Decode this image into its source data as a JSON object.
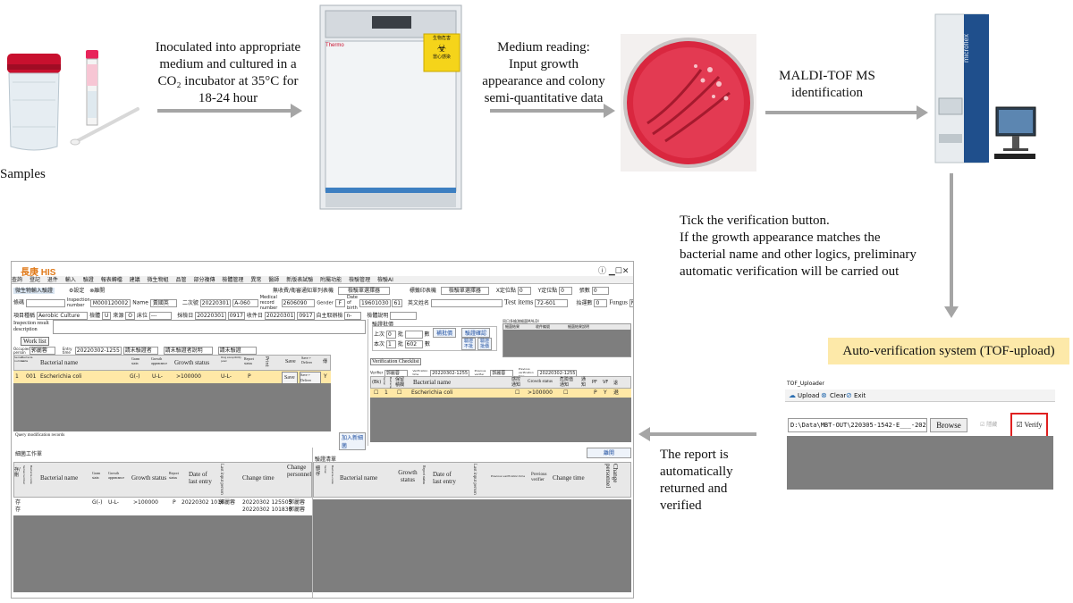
{
  "captions": {
    "samples": "Samples",
    "step1": [
      "Inoculated into appropriate",
      "medium and cultured in a",
      "CO₂ incubator at 35°C for",
      "18-24 hour"
    ],
    "step2": [
      "Medium reading:",
      "Input growth",
      "appearance and colony",
      "semi-quantitative data"
    ],
    "step3": [
      "MALDI-TOF MS",
      "identification"
    ],
    "step4": [
      "Tick the verification button.",
      "If the growth appearance matches the",
      "bacterial name and other logics, preliminary",
      "automatic verification will be carried out"
    ],
    "auto_verify": "Auto-verification system (TOF-upload)",
    "report": [
      "The report is",
      "automatically",
      "returned and",
      "verified"
    ]
  },
  "colors": {
    "arrow": "#a5a5a5",
    "auto_verify_bg": "#fde9a9",
    "plate_red": "#d9273f",
    "highlight_row": "#ffe8a6",
    "verify_border": "#e02020"
  },
  "icons": {
    "sample_jar": "specimen-jar-icon",
    "swab": "swab-tube-icon",
    "incubator": "incubator-icon",
    "biohazard": "biohazard-icon",
    "agar_plate": "agar-plate-icon",
    "maldi": "maldi-tof-instrument-icon",
    "monitor": "monitor-icon"
  },
  "incubator": {
    "brand": "Thermo",
    "sticker": "生物危害",
    "sticker2": "當心感染"
  },
  "maldi_brand": "microflex",
  "his": {
    "logo": "長庚 HIS",
    "menu": [
      "查詢",
      "登記",
      "退件",
      "輸入",
      "驗證",
      "報表轉檔",
      "建議",
      "微生物組",
      "品管",
      "部分複傳",
      "檢體管理",
      "異常",
      "醫師",
      "新版表試驗",
      "附屬功能",
      "檢驗管理",
      "檢驗AI"
    ],
    "toolbar": [
      "微生物輸入驗證",
      "設定",
      "離開"
    ],
    "fields": {
      "inspection_label": "Inspection number",
      "inspection": "M000120002",
      "name_label": "Name",
      "name": "黃國英",
      "secondary_no_label": "二次號",
      "secondary_no": "20220301",
      "secondary_suffix": "A-060",
      "medical_label": "Medical record number",
      "medical": "2606090",
      "gender_label": "Gender",
      "gender": "F",
      "dob_label": "Date of birth",
      "dob": "19601030",
      "age": "61",
      "eng_name_label": "英文姓名",
      "test_items_label": "Test items",
      "test_items": "72-601",
      "count_label": "抬運數",
      "count": "0",
      "fungus_label": "Fungus",
      "fungus": "N",
      "project_label": "項目種稱",
      "project": "Aerobic Culture",
      "specimen_label": "檢體",
      "specimen": "U",
      "source_label": "來源",
      "source": "O",
      "location_label": "床位",
      "location": "---",
      "receive_label": "採檢日",
      "receive_date": "20220301",
      "receive_time": "0917",
      "accept_label": "收件日",
      "accept_date": "20220301",
      "accept_time": "0917",
      "auto_label": "自主取辦檢",
      "auto_value": "n-",
      "specimen_desc_label": "檢體說明"
    },
    "top_right": {
      "f1": "無收費/衛審通知單列表機",
      "f2": "檢驗單選擇器",
      "f3": "標籤印表機",
      "f4": "檢驗單選擇器",
      "f5": "X定位點",
      "f5v": "0",
      "f6": "Y定位點",
      "f6v": "0",
      "f7": "張數",
      "f7v": "0"
    },
    "left_panel": {
      "result_desc": "Inspection result description",
      "work_list": "Work list",
      "col_occupied": "Occupied person",
      "occupied": "郭麗蓉",
      "entry_time_label": "Entry time",
      "entry_time": "20220302-1255",
      "note1": "請未驗證者",
      "note2": "請未驗證者說明",
      "note3": "請未驗證",
      "headers": [
        "Serial number",
        "Bacteria code",
        "Bacterial name",
        "Gram stain",
        "Growth appearance",
        "Growth status",
        "Drug susceptibility panel",
        "Report status",
        "Print",
        "Save",
        "Save + Deliver",
        "傳"
      ],
      "rows": [
        {
          "serial": "1",
          "code": "001",
          "name": "Escherichia coli",
          "gram": "G(-)",
          "growth_app": "U-L-",
          "growth_status": ">100000",
          "drug": "U-L-",
          "report": "P",
          "save": "Save",
          "save_deliver": "Save + Deliver",
          "y": "Y"
        }
      ],
      "query_records": "Query modification records",
      "add_work": "加入新細菌"
    },
    "right_panel": {
      "title": "驗證批價",
      "btn_search": "補批價",
      "btn_verify": "驗證確認",
      "btn_v1": "驗證",
      "btn_v2": "批價",
      "btn_not": "不批",
      "up": "上次",
      "up_v": "0",
      "now": "本次",
      "now_v": "1",
      "total_label": "批",
      "total": "602",
      "total_label2": "數",
      "list_title": "同日多檢測細菌MALDI",
      "list_cols": [
        "細菌結果",
        "收件編號",
        "細菌結果說明"
      ],
      "checklist": "Verification Checklist",
      "verifier_label": "Verifier",
      "verifier": "郭麗蓉",
      "verif_time_label": "Verification time",
      "verif_time": "20220302-1255",
      "prev_verifier_label": "Previous verifier",
      "prev_verifier": "郭麗蓉",
      "prev_time_label": "Previous verification time",
      "prev_time": "20220302-1255",
      "headers": [
        "(Bk)",
        "Serial",
        "Bacteria",
        "保留 積欄",
        "Bacterial name",
        "感控 通知",
        "Growth status",
        "危險值 通知",
        "通 知",
        "PF",
        "VF",
        "退"
      ],
      "rows": [
        {
          "serial": "1",
          "name": "Escherichia coli",
          "growth": ">100000",
          "p": "P",
          "y": "Y",
          "r": "退"
        }
      ]
    },
    "bottom_left": {
      "title": "細菌工作單",
      "headers": [
        "存/刪",
        "Serial number",
        "Bacteria code",
        "Bacterial name",
        "Gram stain",
        "Growth appearance",
        "Growth status",
        "Report status",
        "Date of last entry",
        "Last input person",
        "Change time",
        "Change personnel"
      ],
      "rows": [
        {
          "del": "存",
          "gram": "G(-)",
          "app": "U-L-",
          "status": ">100000",
          "rep": "P",
          "date": "20220302 1018",
          "person": "郭麗蓉",
          "change": "20220302 125505",
          "changer": "郭麗蓉"
        },
        {
          "del": "存",
          "gram": "",
          "app": "",
          "status": "",
          "rep": "",
          "date": "",
          "person": "",
          "change": "20220302 101830",
          "changer": "郭麗蓉"
        }
      ]
    },
    "bottom_right": {
      "title": "驗證清單",
      "close": "離開",
      "headers": [
        "細/存",
        "Serial",
        "Bacteria code",
        "Bacterial name",
        "Growth status",
        "Report status",
        "Date of last entry",
        "Last input person",
        "Previous verification time",
        "Previous verifier",
        "Change time",
        "Change personnel"
      ]
    }
  },
  "uploader": {
    "title": "TOF_Uploader",
    "upload": "Upload",
    "clear": "Clear",
    "exit": "Exit",
    "path": "D:\\Data\\MBT-OUT\\220305-1542-E___-202",
    "browse": "Browse",
    "hide": "隱藏",
    "verify": "Verify"
  }
}
